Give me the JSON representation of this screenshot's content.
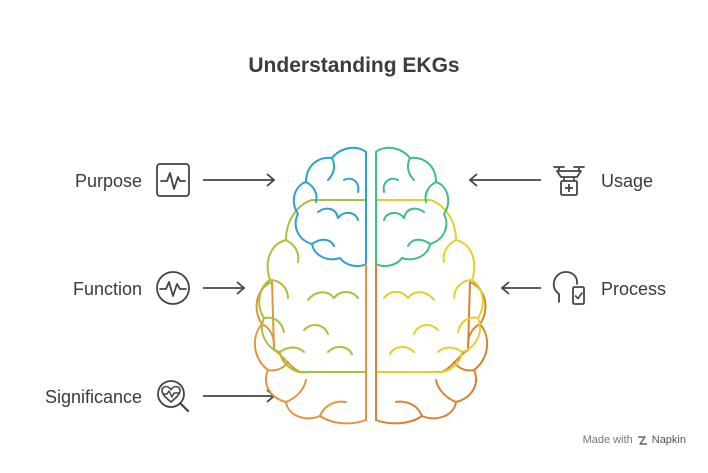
{
  "title": "Understanding EKGs",
  "left_items": [
    {
      "label": "Purpose",
      "icon": "ekg-monitor-icon"
    },
    {
      "label": "Function",
      "icon": "heartbeat-circle-icon"
    },
    {
      "label": "Significance",
      "icon": "heart-magnifier-icon"
    }
  ],
  "right_items": [
    {
      "label": "Usage",
      "icon": "drone-medical-icon"
    },
    {
      "label": "Process",
      "icon": "head-phone-icon"
    }
  ],
  "footer": {
    "made_with": "Made with",
    "brand": "Napkin"
  },
  "colors": {
    "blue": "#2aa3d3",
    "green": "#3cbf86",
    "yellow_green": "#a6c23a",
    "yellow": "#e6cf2c",
    "orange": "#e3953d",
    "dark_orange": "#d9822f",
    "text": "#3a3a3a",
    "icon": "#444444"
  }
}
